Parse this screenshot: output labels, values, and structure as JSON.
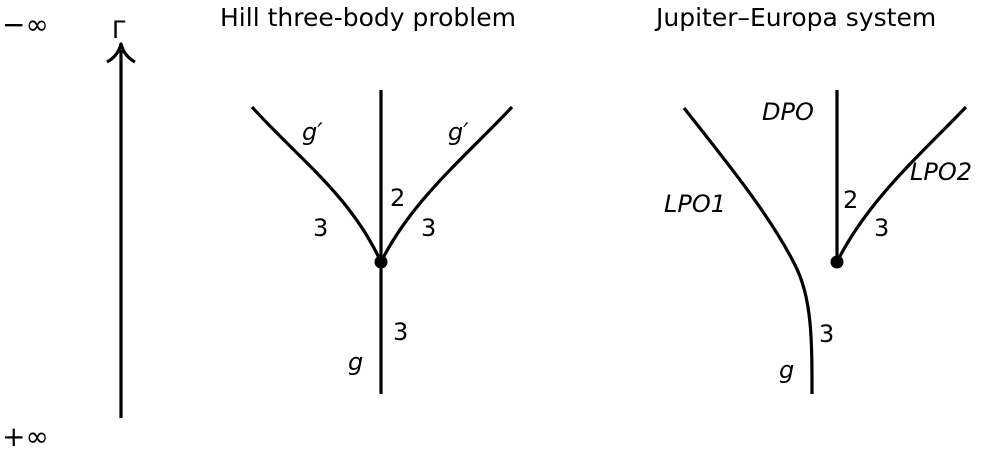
{
  "axis": {
    "top_label": "−∞",
    "bottom_label": "+∞",
    "parameter_label": "Γ"
  },
  "left_panel": {
    "title": "Hill three-body problem",
    "branch_left_label": "g′",
    "branch_right_label": "g′",
    "stem_label": "g",
    "left_branch_number": "3",
    "right_branch_number": "3",
    "vertical_branch_number": "2",
    "stem_number": "3"
  },
  "right_panel": {
    "title": "Jupiter–Europa system",
    "dpo_label": "DPO",
    "lpo1_label": "LPO1",
    "lpo2_label": "LPO2",
    "stem_label": "g",
    "vertical_branch_number": "2",
    "right_branch_number": "3",
    "stem_number": "3"
  },
  "colors": {
    "line": "#000000",
    "background": "#ffffff"
  }
}
